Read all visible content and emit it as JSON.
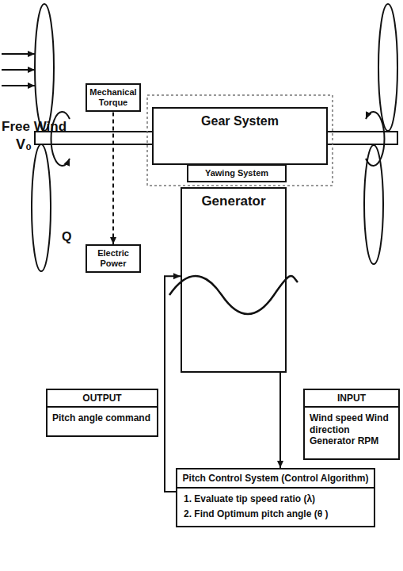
{
  "diagram": {
    "nodes": [
      {
        "text": [
          "Mechanical Torque"
        ]
      },
      {
        "text": [
          "Gear System"
        ]
      },
      {
        "text": [
          "Yawing System"
        ]
      },
      {
        "text": [
          "Electric Power"
        ]
      },
      {
        "text": [
          "Generator"
        ]
      },
      {
        "text": [
          "OUTPUT",
          "Pitch angle command"
        ]
      },
      {
        "text": [
          "INPUT",
          "Wind speed Wind direction Generator RPM"
        ]
      },
      {
        "text": [
          "Pitch Control System (Control Algorithm)",
          "1. Evaluate tip speed ratio (λ)",
          "2. Find Optimum pitch angle (θ )"
        ]
      }
    ],
    "edges": [
      {
        "from": 0,
        "to": 3,
        "arrow": "to"
      },
      {
        "from": 4,
        "to": 7,
        "arrow": "to"
      },
      {
        "from": 7,
        "to": 4,
        "arrow": "to"
      }
    ],
    "labels": [
      "Free Wind",
      "V₀",
      "Q"
    ]
  }
}
